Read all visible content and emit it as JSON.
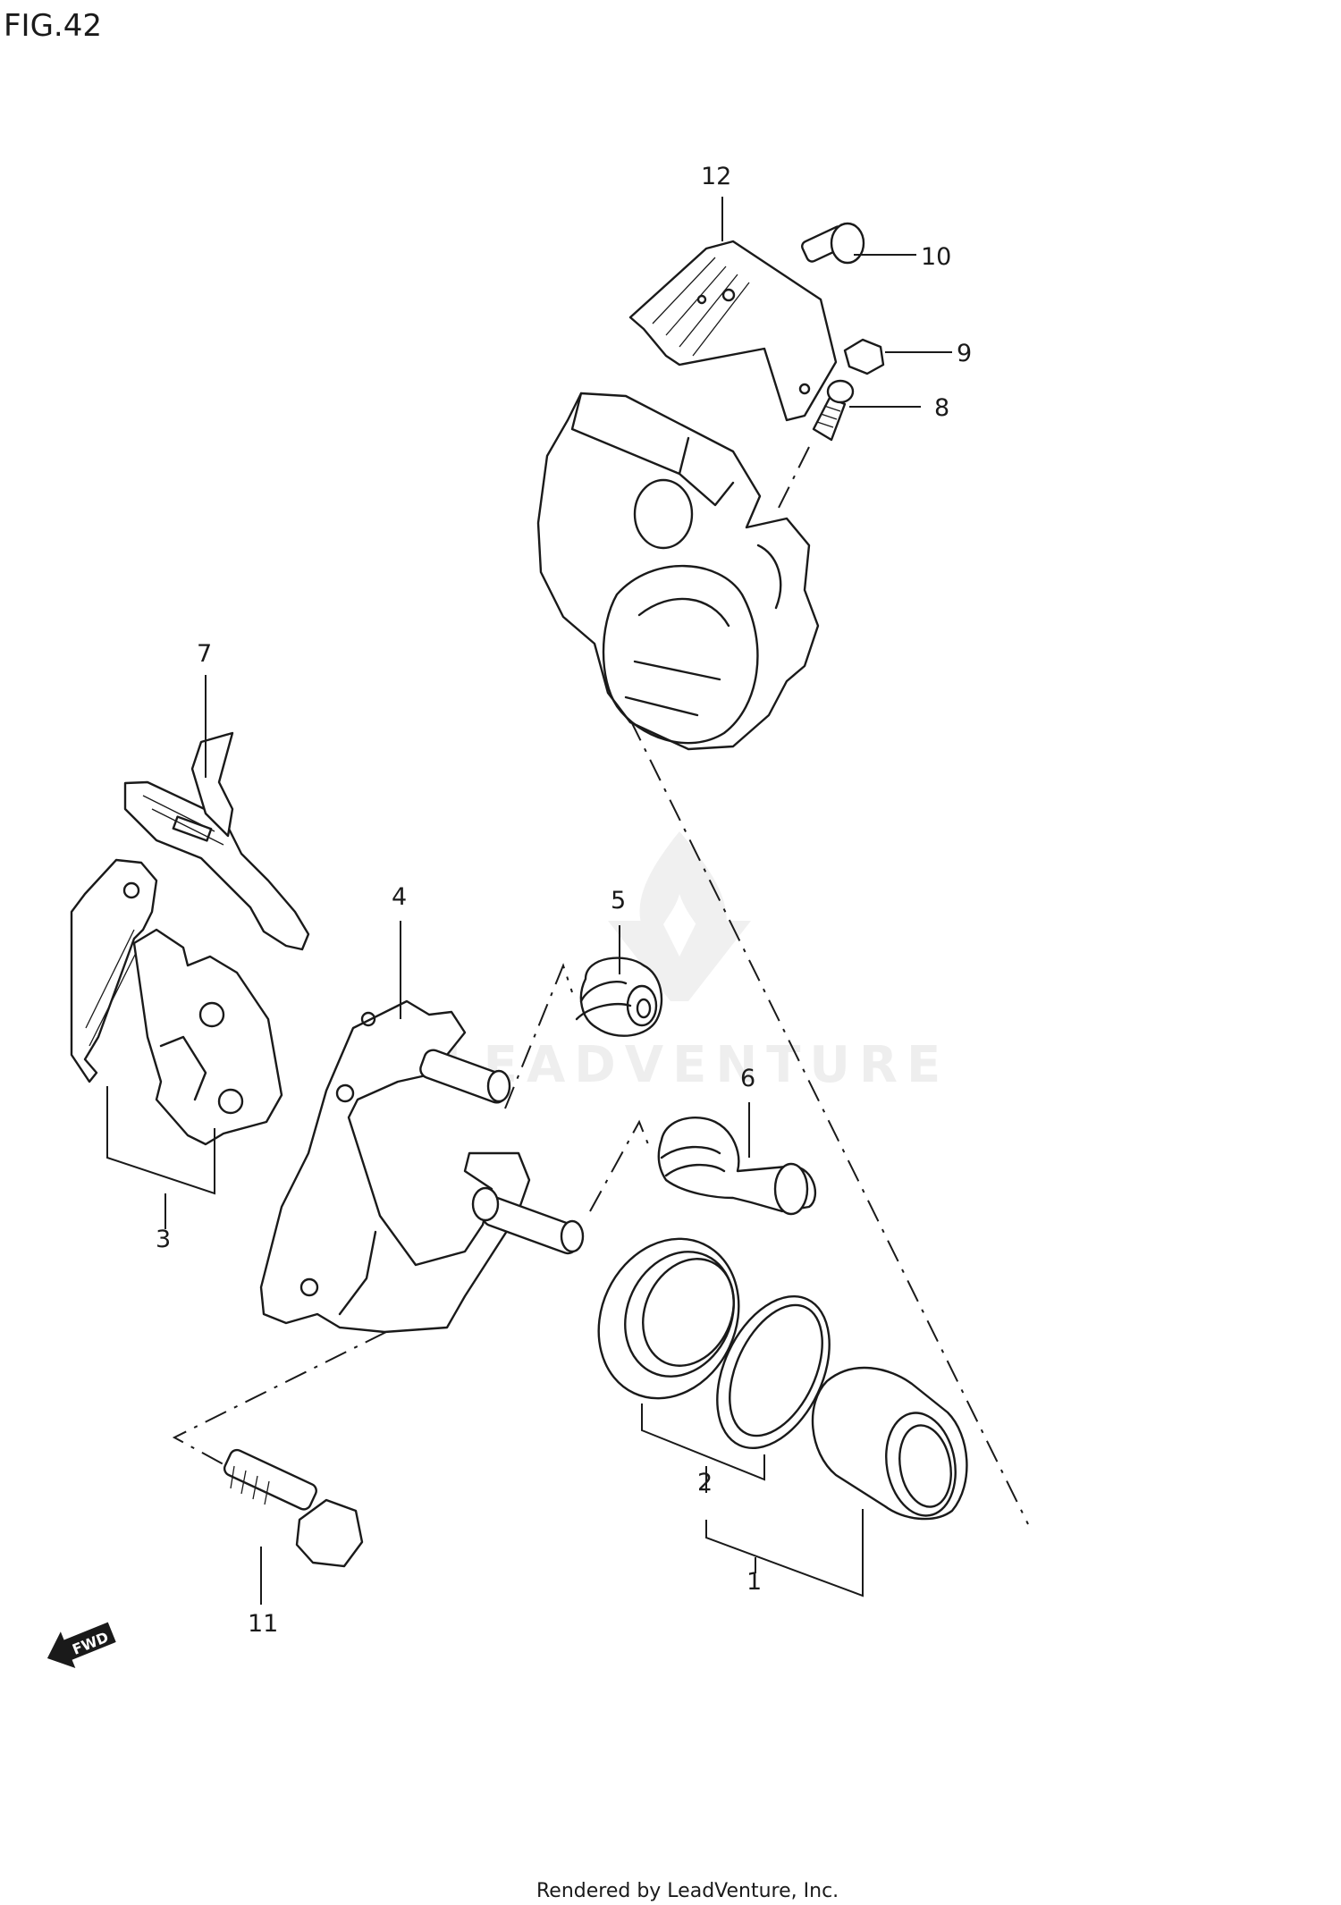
{
  "figure": {
    "title": "FIG.42"
  },
  "callouts": [
    {
      "id": "1",
      "label": "1"
    },
    {
      "id": "2",
      "label": "2"
    },
    {
      "id": "3",
      "label": "3"
    },
    {
      "id": "4",
      "label": "4"
    },
    {
      "id": "5",
      "label": "5"
    },
    {
      "id": "6",
      "label": "6"
    },
    {
      "id": "7",
      "label": "7"
    },
    {
      "id": "8",
      "label": "8"
    },
    {
      "id": "9",
      "label": "9"
    },
    {
      "id": "10",
      "label": "10"
    },
    {
      "id": "11",
      "label": "11"
    },
    {
      "id": "12",
      "label": "12"
    }
  ],
  "fwd_marker": {
    "label": "FWD",
    "icon": "forward-arrow-icon"
  },
  "watermark": {
    "text": "LEADVENTURE",
    "icon": "flame-logo-icon"
  },
  "footer": {
    "text": "Rendered by LeadVenture, Inc."
  },
  "colors": {
    "line": "#1a1a1a",
    "background": "#ffffff",
    "watermark": "#eeeeee"
  }
}
